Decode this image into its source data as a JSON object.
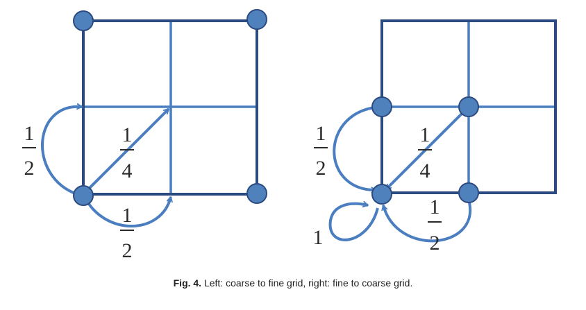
{
  "figure": {
    "caption_label": "Fig. 4.",
    "caption_text": " Left: coarse to fine grid, right: fine to coarse grid."
  },
  "left_panel": {
    "labels": {
      "left_arc_num": "1",
      "left_arc_den": "2",
      "diag_num": "1",
      "diag_den": "4",
      "bottom_arc_num": "1",
      "bottom_arc_den": "2"
    }
  },
  "right_panel": {
    "labels": {
      "left_arc_num": "1",
      "left_arc_den": "2",
      "diag_num": "1",
      "diag_den": "4",
      "bottom_arc_num": "1",
      "bottom_arc_den": "2",
      "self_loop": "1"
    }
  },
  "colors": {
    "coarse_line": "#2b4a80",
    "fine_line": "#4a7ec0",
    "node_fill": "#4f81bd",
    "node_stroke": "#2b4a80",
    "arrow": "#4a7ec0"
  }
}
